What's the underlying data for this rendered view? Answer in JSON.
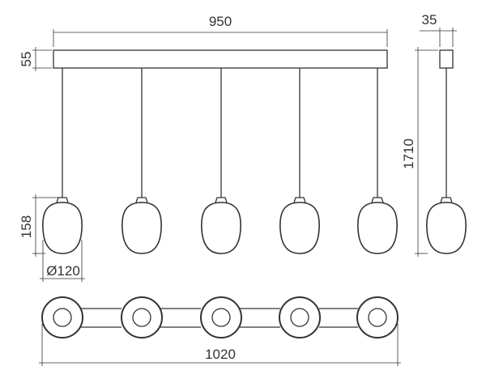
{
  "dimensions": {
    "canopy_length": "950",
    "canopy_height": "55",
    "canopy_depth": "35",
    "total_height": "1710",
    "shade_height": "158",
    "shade_diameter": "Ø120",
    "total_length": "1020"
  },
  "pendant_count": 5
}
